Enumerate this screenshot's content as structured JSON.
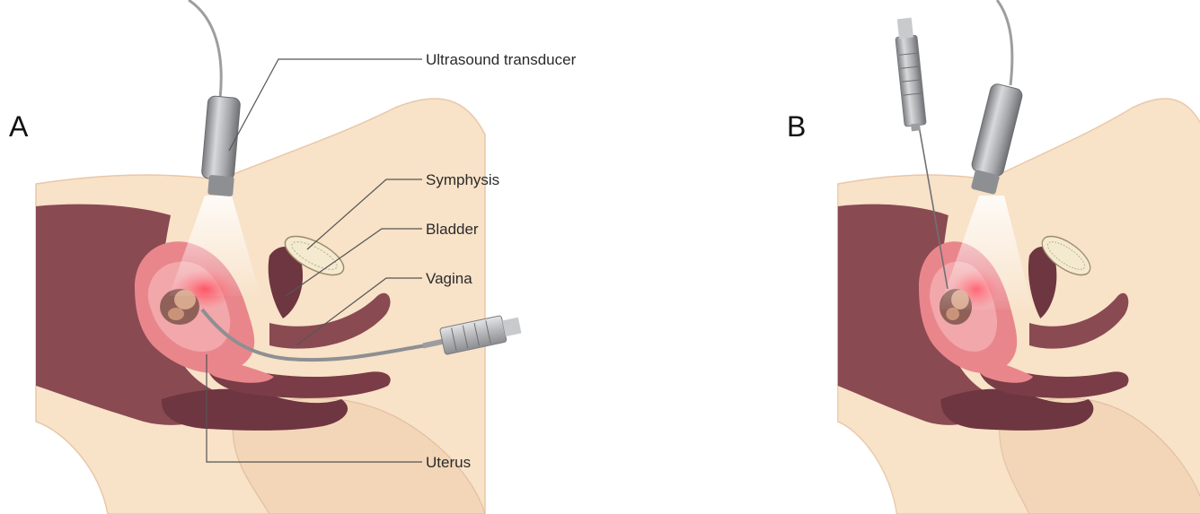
{
  "panels": [
    {
      "letter": "A",
      "labels": {
        "transducer": "Ultrasound transducer",
        "symphysis": "Symphysis",
        "bladder": "Bladder",
        "vagina": "Vagina",
        "uterus": "Uterus"
      }
    },
    {
      "letter": "B"
    }
  ],
  "colors": {
    "skin": "#f8e2c8",
    "skin_edge": "#e8c8a8",
    "tissue": "#8a4a52",
    "tissue_dark": "#6e3640",
    "uterus": "#e9868c",
    "uterus_light": "#f2a7ab",
    "bone": "#f4ead0",
    "probe": "#a9aaad",
    "beam": "#ffffff"
  }
}
